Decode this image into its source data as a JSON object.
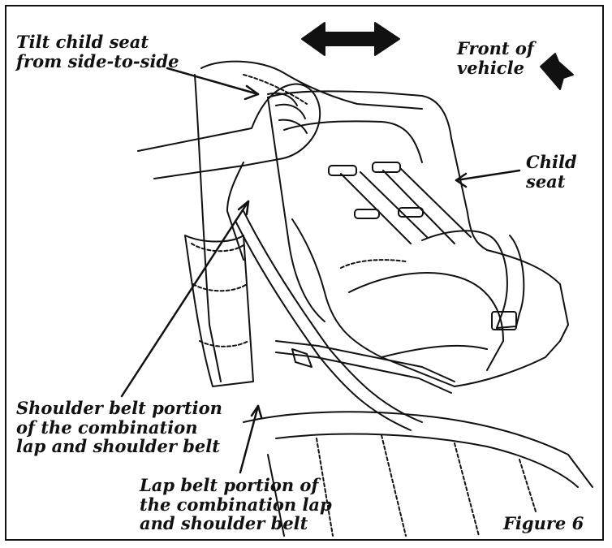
{
  "figure": {
    "label": "Figure 6"
  },
  "callouts": {
    "tilt": {
      "line1": "Tilt child seat",
      "line2": "from side-to-side"
    },
    "front": {
      "line1": "Front of",
      "line2": "vehicle"
    },
    "child_seat": {
      "line1": "Child",
      "line2": "seat"
    },
    "shoulder_belt": {
      "line1": "Shoulder belt portion",
      "line2": "of the combination",
      "line3": "lap and shoulder belt"
    },
    "lap_belt": {
      "line1": "Lap belt portion of",
      "line2": "the combination lap",
      "line3": "and shoulder belt"
    }
  },
  "colors": {
    "ink": "#111111",
    "paper": "#ffffff"
  }
}
